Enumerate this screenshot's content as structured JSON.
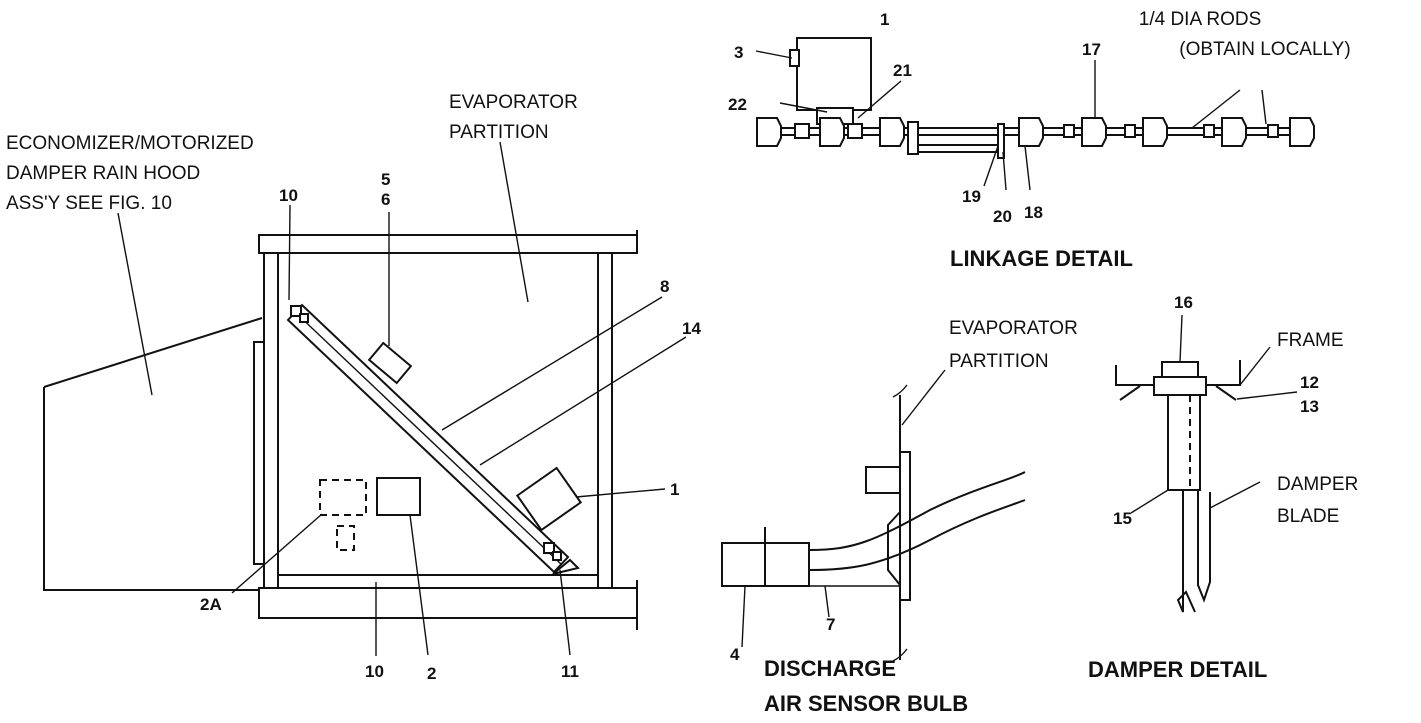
{
  "labels": {
    "rain_hood": [
      "ECONOMIZER/MOTORIZED",
      "DAMPER RAIN HOOD",
      "ASS'Y SEE FIG. 10"
    ],
    "evap_partition_main": [
      "EVAPORATOR",
      "PARTITION"
    ],
    "evap_partition_sensor": [
      "EVAPORATOR",
      "PARTITION"
    ],
    "rods": [
      "1/4 DIA RODS",
      "(OBTAIN LOCALLY)"
    ],
    "frame": "FRAME",
    "damper_blade": [
      "DAMPER",
      "BLADE"
    ]
  },
  "titles": {
    "linkage_detail": "LINKAGE DETAIL",
    "discharge_sensor": [
      "DISCHARGE",
      "AIR SENSOR BULB"
    ],
    "damper_detail": "DAMPER DETAIL"
  },
  "callouts": {
    "n1_linkage": "1",
    "n3": "3",
    "n21": "21",
    "n22": "22",
    "n17": "17",
    "n19": "19",
    "n20": "20",
    "n18": "18",
    "n10_top": "10",
    "n5": "5",
    "n6": "6",
    "n8": "8",
    "n14": "14",
    "n1_main": "1",
    "n2A": "2A",
    "n10_bottom": "10",
    "n2": "2",
    "n11": "11",
    "n16": "16",
    "n12": "12",
    "n13": "13",
    "n15": "15",
    "n4": "4",
    "n7": "7"
  }
}
